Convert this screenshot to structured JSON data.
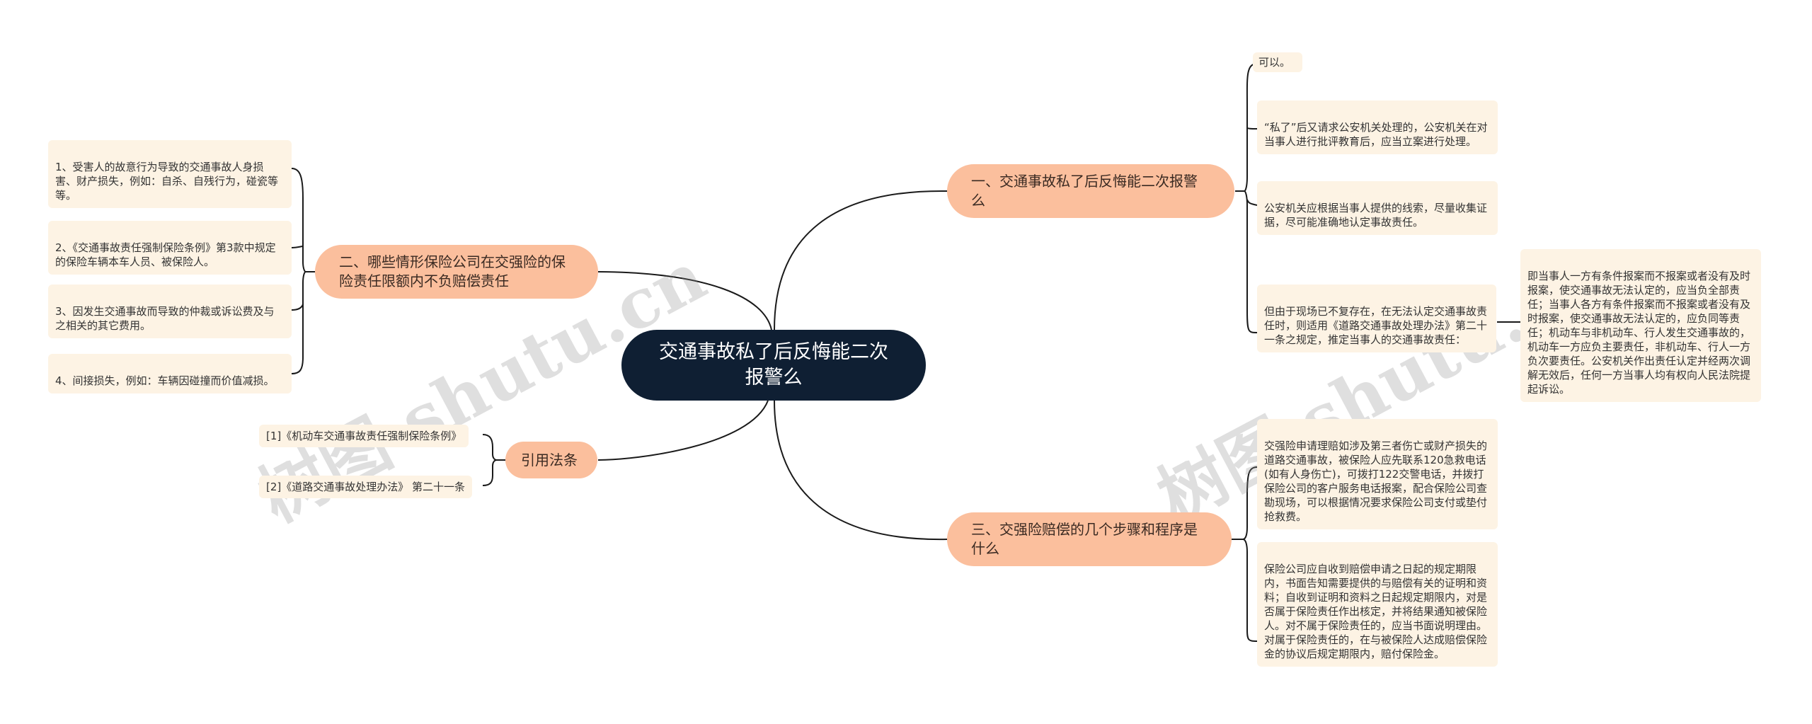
{
  "root": {
    "title": "交通事故私了后反悔能二次报警么"
  },
  "branches": {
    "b1": {
      "label": "一、交通事故私了后反悔能二次报警么",
      "leaves": [
        "可以。",
        "“私了”后又请求公安机关处理的，公安机关在对当事人进行批评教育后，应当立案进行处理。",
        "公安机关应根据当事人提供的线索，尽量收集证据，尽可能准确地认定事故责任。",
        "但由于现场已不复存在，在无法认定交通事故责任时，则适用《道路交通事故处理办法》第二十一条之规定，推定当事人的交通事故责任："
      ],
      "sub_leaf": "即当事人一方有条件报案而不报案或者没有及时报案，使交通事故无法认定的，应当负全部责任；当事人各方有条件报案而不报案或者没有及时报案，使交通事故无法认定的，应负同等责任；机动车与非机动车、行人发生交通事故的，机动车一方应负主要责任，非机动车、行人一方负次要责任。公安机关作出责任认定并经两次调解无效后，任何一方当事人均有权向人民法院提起诉讼。"
    },
    "b2": {
      "label": "二、哪些情形保险公司在交强险的保险责任限额内不负赔偿责任",
      "leaves": [
        "1、受害人的故意行为导致的交通事故人身损害、财产损失，例如：自杀、自残行为，碰瓷等等。",
        "2、《交通事故责任强制保险条例》第3款中规定的保险车辆本车人员、被保险人。",
        "3、因发生交通事故而导致的仲裁或诉讼费及与之相关的其它费用。",
        "4、间接损失，例如：车辆因碰撞而价值减损。"
      ]
    },
    "b3": {
      "label": "三、交强险赔偿的几个步骤和程序是什么",
      "leaves": [
        "交强险申请理赔如涉及第三者伤亡或财产损失的道路交通事故，被保险人应先联系120急救电话(如有人身伤亡)，可拨打122交警电话，并拨打保险公司的客户服务电话报案，配合保险公司查勘现场，可以根据情况要求保险公司支付或垫付抢救费。",
        "保险公司应自收到赔偿申请之日起的规定期限内，书面告知需要提供的与赔偿有关的证明和资料；自收到证明和资料之日起规定期限内，对是否属于保险责任作出核定，并将结果通知被保险人。对不属于保险责任的，应当书面说明理由。对属于保险责任的，在与被保险人达成赔偿保险金的协议后规定期限内，赔付保险金。"
      ]
    },
    "b4": {
      "label": "引用法条",
      "leaves": [
        "[1]《机动车交通事故责任强制保险条例》",
        "[2]《道路交通事故处理办法》 第二十一条"
      ]
    }
  },
  "watermarks": [
    "树图 shutu.cn",
    "树图 shutu.cn"
  ],
  "colors": {
    "root": "#0f1f33",
    "branch": "#fbbf9d",
    "leaf": "#fdf3e4",
    "line": "#1a1a1a"
  }
}
